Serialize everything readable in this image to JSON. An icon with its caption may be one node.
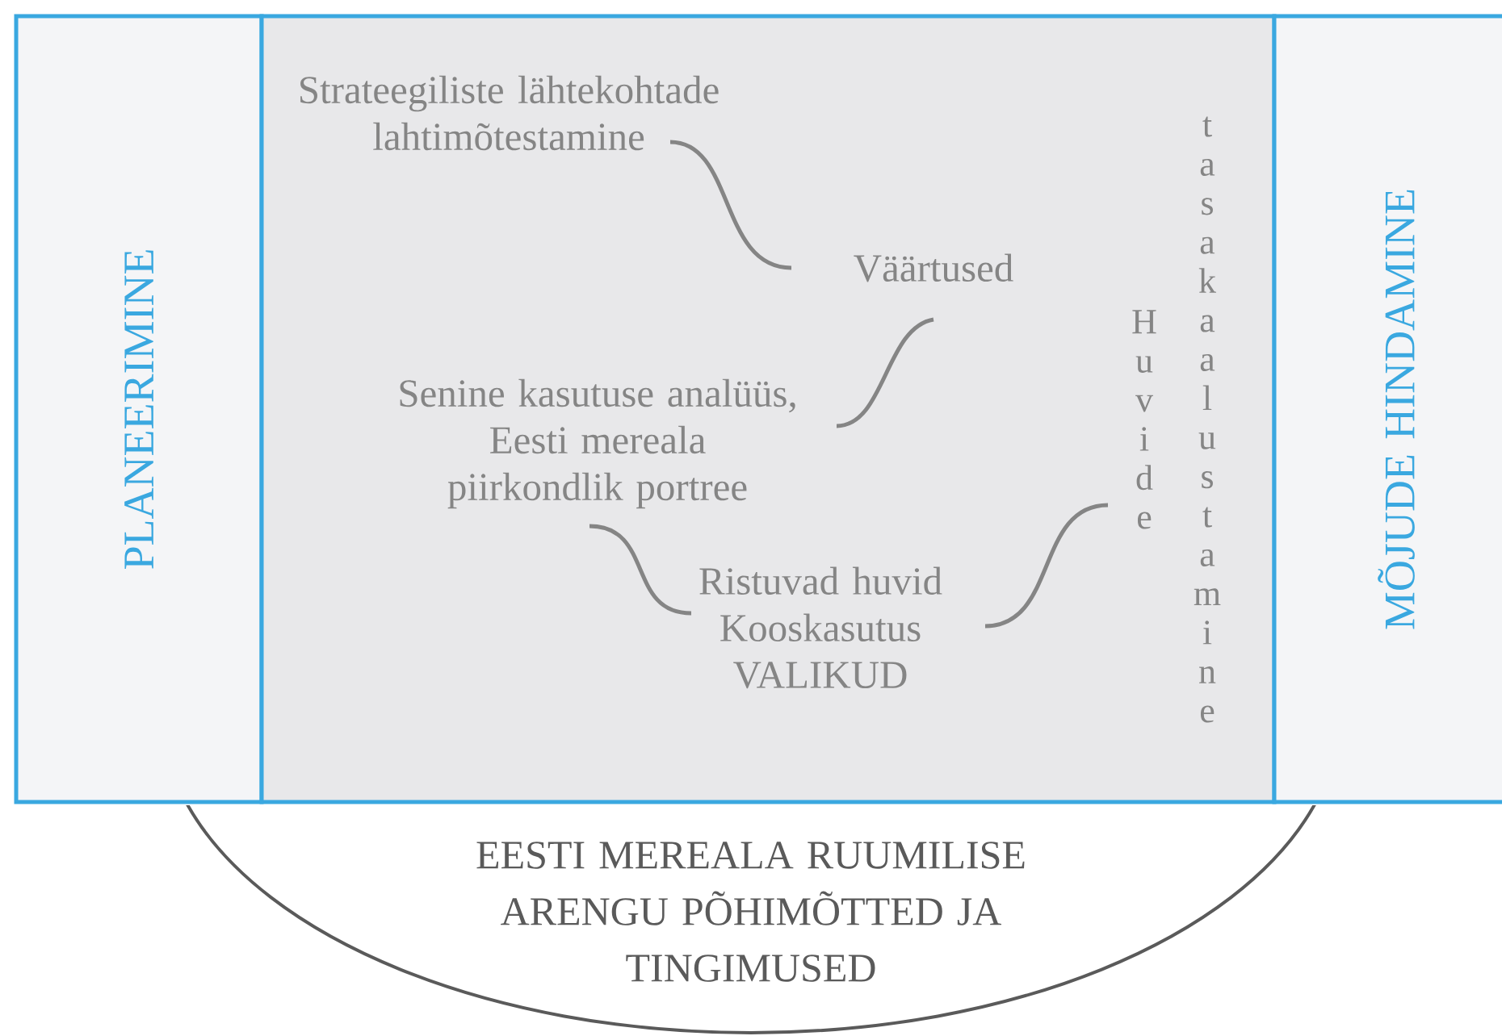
{
  "diagram": {
    "nodes": [
      {
        "text": [
          "PLANEERIMINE"
        ]
      },
      {
        "text": [],
        "shape": "box"
      },
      {
        "text": [
          "MÕJUDE HINDAMINE"
        ]
      },
      {
        "text": [
          "EESTI MEREALA RUUMILISE ARENGU PÕHIMÕTTED JA TINGIMUSED"
        ]
      },
      {
        "text": [
          "Strateegiliste lähtekohtade lahtimõtestamine"
        ],
        "in": 1
      },
      {
        "text": [
          "Väärtused"
        ],
        "in": 1
      },
      {
        "text": [
          "Senine kasutuse analüüs, Eesti mereala piirkondlik portree"
        ],
        "in": 1
      },
      {
        "text": [
          "Ristuvad huvid Kooskasutus VALIKUD"
        ],
        "in": 1
      },
      {
        "text": [
          "Huvide",
          "tasakaalustamine"
        ],
        "in": 1
      }
    ],
    "edges": [
      {
        "from": 4,
        "to": 5,
        "arrow": "none"
      },
      {
        "from": 5,
        "to": 6,
        "arrow": "none"
      },
      {
        "from": 6,
        "to": 7,
        "arrow": "none"
      },
      {
        "from": 7,
        "to": 8,
        "arrow": "none"
      }
    ]
  }
}
